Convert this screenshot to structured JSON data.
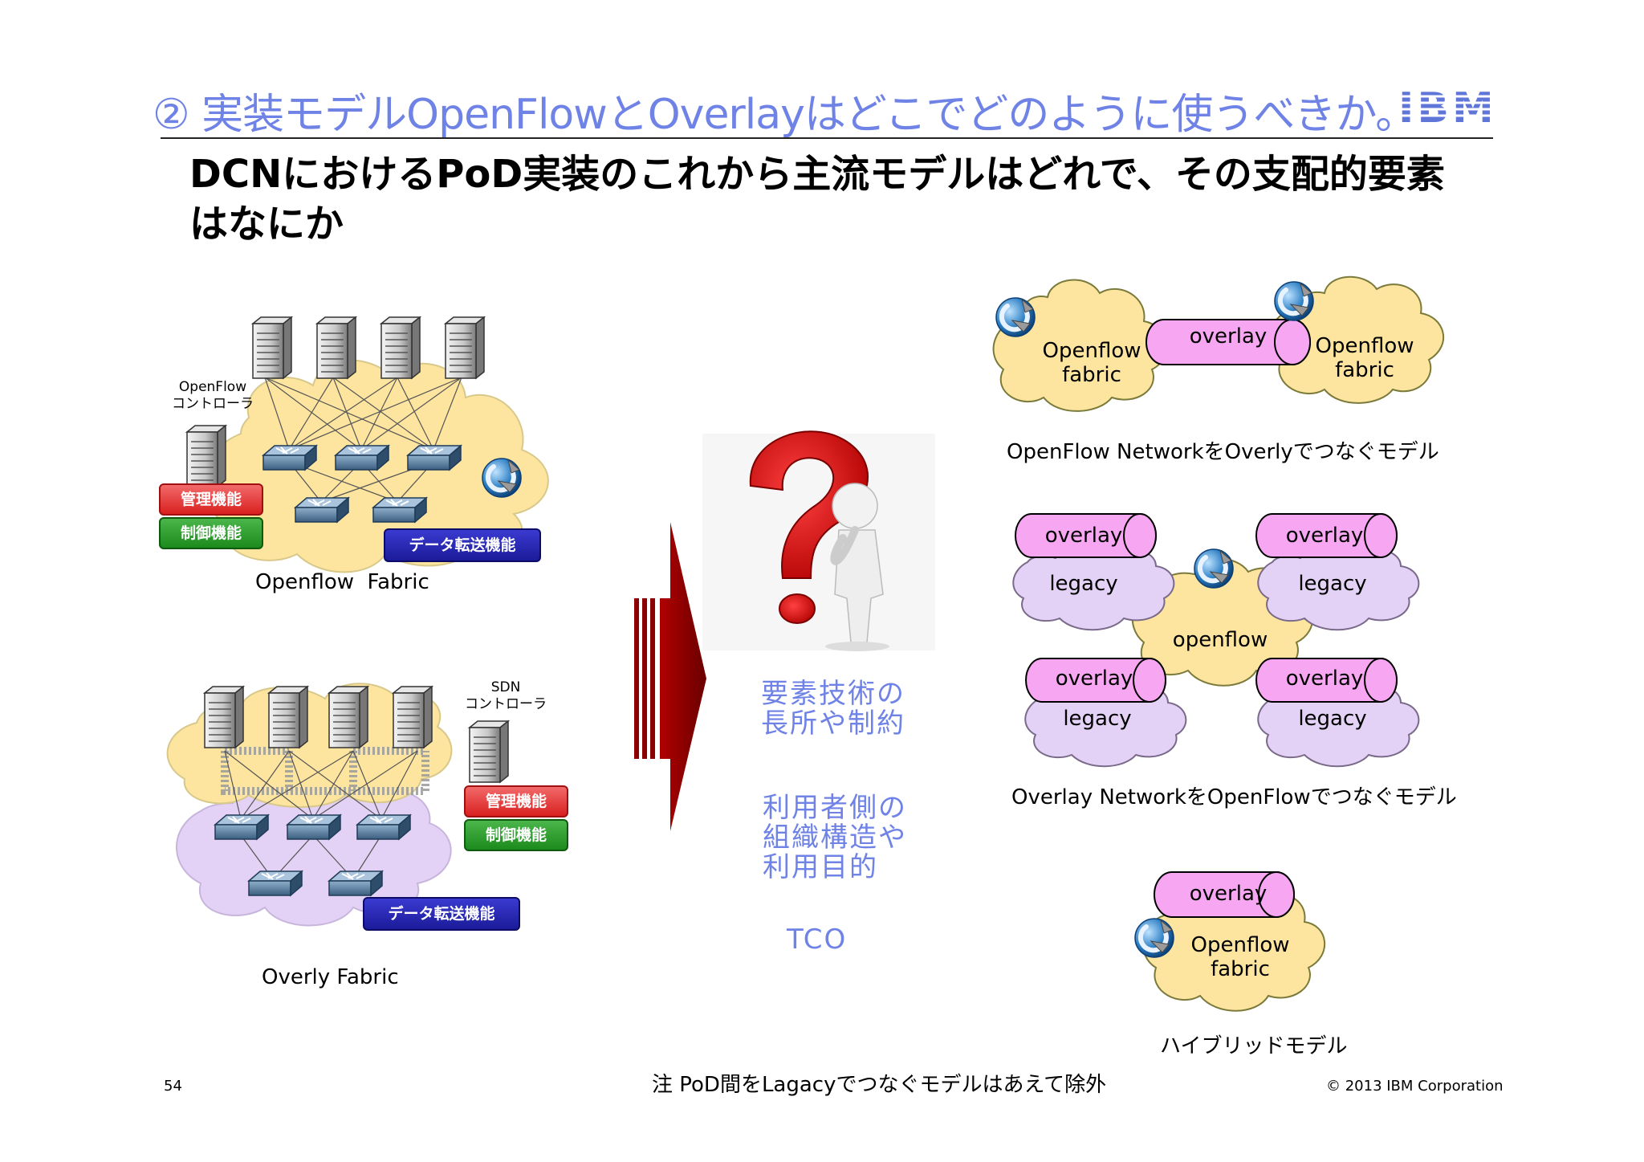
{
  "slide": {
    "title": "② 実装モデルOpenFlowとOverlayはどこでどのように使うべきか。",
    "logo_text": "IBM",
    "subtitle": "DCNにおけるPoD実装のこれから主流モデルはどれで、その支配的要素はなにか",
    "page_number": "54",
    "note": "注 PoD間をLagacyでつなぐモデルはあえて除外",
    "copyright": "© 2013 IBM Corporation"
  },
  "left": {
    "openflow_fabric": {
      "label": "Openflow  Fabric",
      "controller_label": "OpenFlow\nコントローラ",
      "mgmt": "管理機能",
      "control": "制御機能",
      "data": "データ転送機能"
    },
    "overlay_fabric": {
      "label": "Overly Fabric",
      "controller_label": "SDN\nコントローラ",
      "mgmt": "管理機能",
      "control": "制御機能",
      "data": "データ転送機能"
    }
  },
  "middle": {
    "factor1": "要素技術の\n長所や制約",
    "factor2": "利用者側の\n組織構造や\n利用目的",
    "factor3": "TCO"
  },
  "right": {
    "model1": {
      "cloud_left": "Openflow\nfabric",
      "tube": "overlay",
      "cloud_right": "Openflow\nfabric",
      "caption": "OpenFlow NetworkをOverlyでつなぐモデル"
    },
    "model2": {
      "tl_tube": "overlay",
      "tl_cloud": "legacy",
      "tr_tube": "overlay",
      "tr_cloud": "legacy",
      "center": "openflow",
      "bl_tube": "overlay",
      "bl_cloud": "legacy",
      "br_tube": "overlay",
      "br_cloud": "legacy",
      "caption": "Overlay NetworkをOpenFlowでつなぐモデル"
    },
    "model3": {
      "tube": "overlay",
      "cloud": "Openflow\nfabric",
      "caption": "ハイブリッドモデル"
    }
  },
  "colors": {
    "accent": "#6f82e6",
    "cloud_yellow": "#fde5a0",
    "cloud_lavender": "#e3d2f5",
    "tube_pink": "#f7a6f2",
    "arrow_red": "#8b0000"
  }
}
